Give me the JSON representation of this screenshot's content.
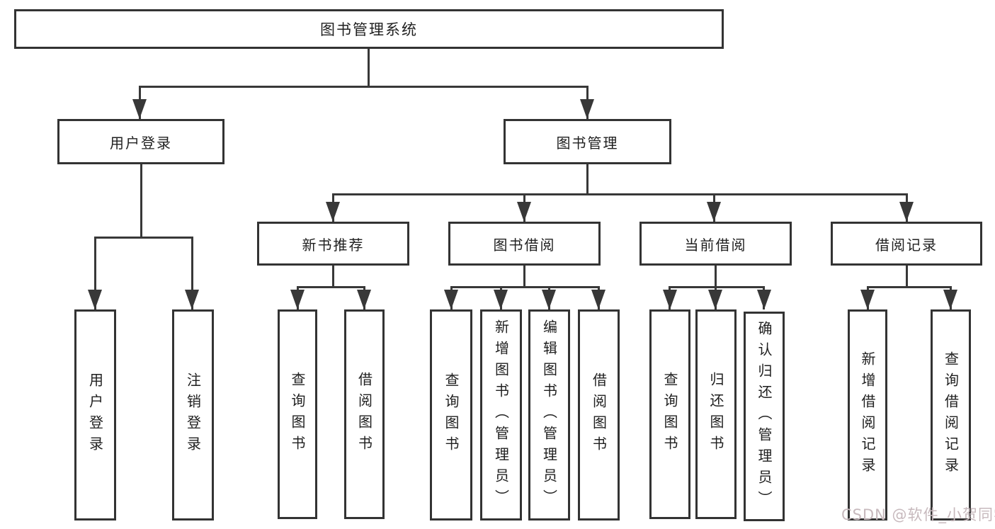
{
  "nodes": {
    "root": "图书管理系统",
    "l2": [
      "用户登录",
      "图书管理"
    ],
    "l3": [
      "新书推荐",
      "图书借阅",
      "当前借阅",
      "借阅记录"
    ],
    "leaves": {
      "userLogin": [
        "用户登录",
        "注销登录"
      ],
      "newBookRecommend": [
        "查询图书",
        "借阅图书"
      ],
      "bookBorrow": [
        "查询图书",
        "新增图书（管理员）",
        "编辑图书（管理员）",
        "借阅图书"
      ],
      "currentBorrow": [
        "查询图书",
        "归还图书",
        "确认归还（管理员）"
      ],
      "borrowRecords": [
        "新增借阅记录",
        "查询借阅记录"
      ]
    }
  },
  "watermark": {
    "text": "CSDN @软件_小贺同学"
  },
  "colors": {
    "line": "#383838",
    "border": "#333333",
    "text": "#1f1f1f",
    "background": "#ffffff",
    "watermark": "#c7b9bd"
  }
}
